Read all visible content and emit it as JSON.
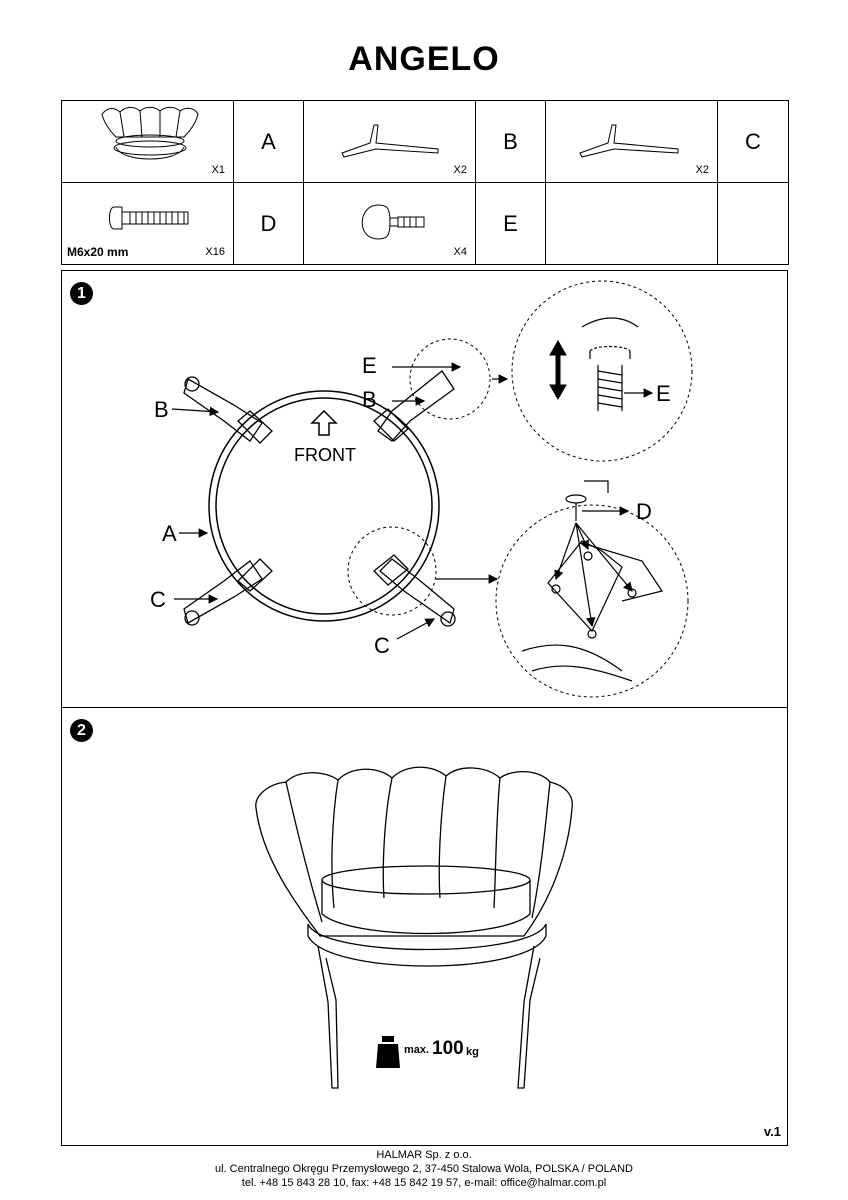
{
  "title": "ANGELO",
  "parts": {
    "seat": {
      "qty": "X1",
      "letter": "A"
    },
    "leg_b": {
      "qty": "X2",
      "letter": "B"
    },
    "leg_c": {
      "qty": "X2",
      "letter": "C"
    },
    "bolt": {
      "size": "M6x20 mm",
      "qty": "X16",
      "letter": "D"
    },
    "glide": {
      "qty": "X4",
      "letter": "E"
    }
  },
  "step1": {
    "number": "1",
    "labels": {
      "E_top": "E",
      "B_left": "B",
      "B_right": "B",
      "A": "A",
      "C_left": "C",
      "C_bottom": "C",
      "E_zoom": "E",
      "D_zoom": "D"
    },
    "front": "FRONT"
  },
  "step2": {
    "number": "2",
    "max_prefix": "max.",
    "max_value": "100",
    "max_unit": "kg"
  },
  "version": "v.1",
  "footer": {
    "company": "HALMAR Sp. z o.o.",
    "address": "ul. Centralnego Okręgu Przemysłowego 2, 37-450 Stalowa Wola, POLSKA / POLAND",
    "contact": "tel. +48 15 843 28 10, fax: +48 15 842 19 57, e-mail: office@halmar.com.pl"
  }
}
